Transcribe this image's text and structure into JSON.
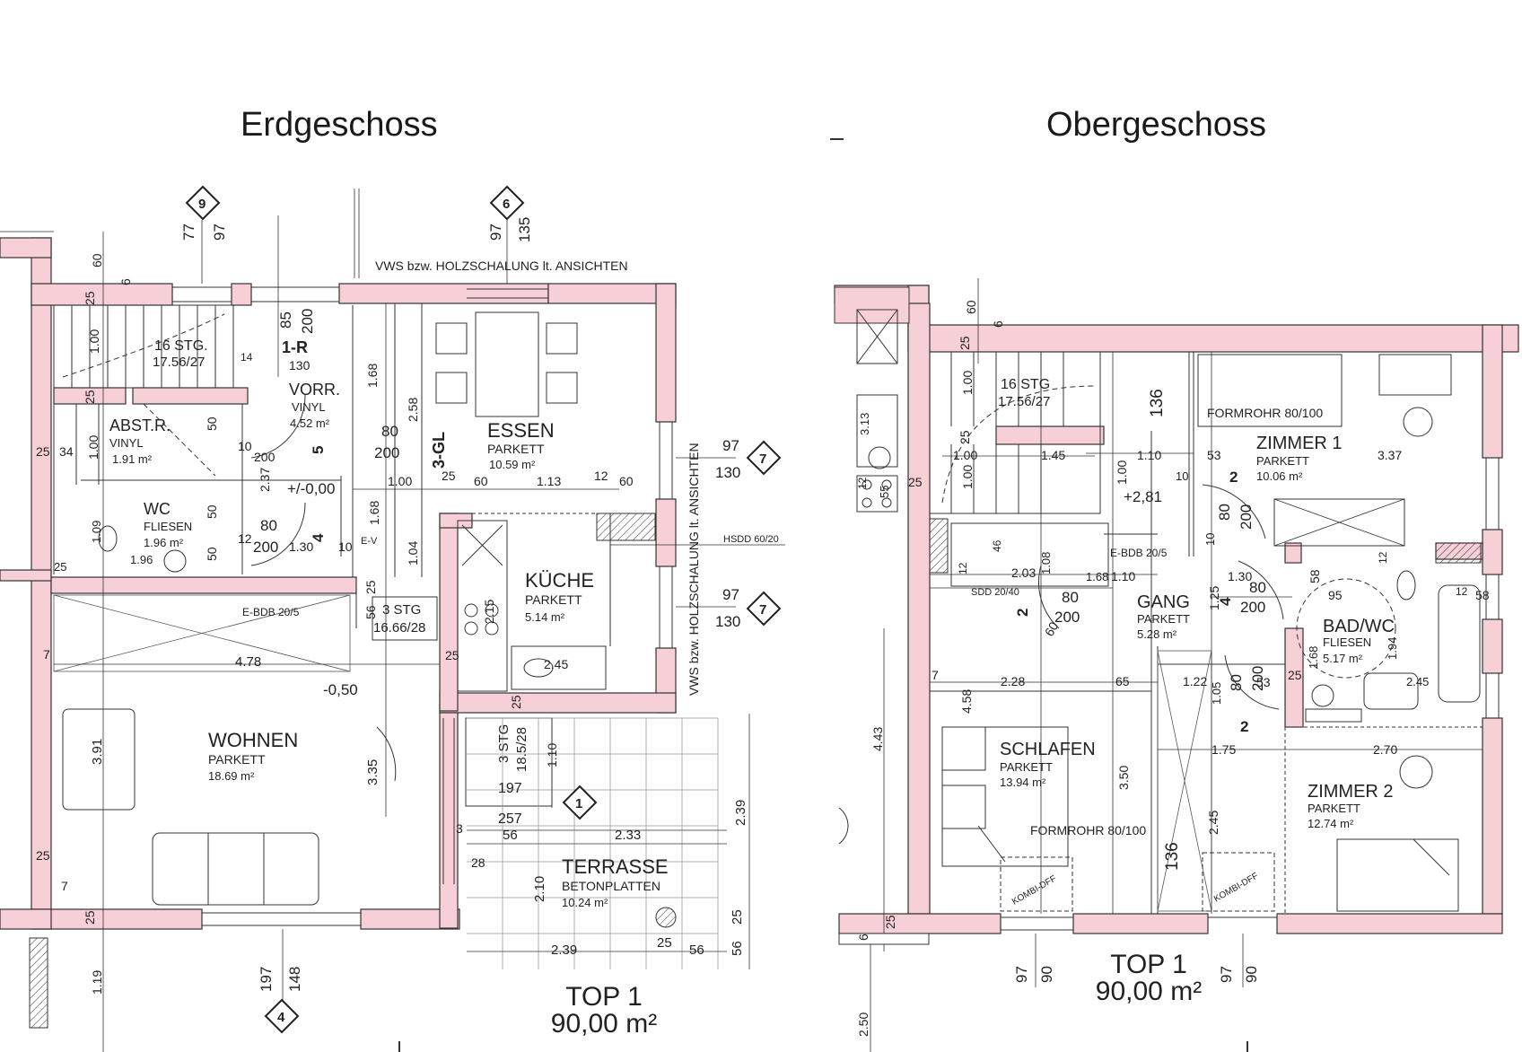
{
  "titles": {
    "ground": "Erdgeschoss",
    "upper": "Obergeschoss"
  },
  "top_label": {
    "name": "TOP 1",
    "area": "90,00 m²"
  },
  "annotations": {
    "facade_top": "VWS bzw. HOLZSCHALUNG lt. ANSICHTEN",
    "facade_side": "VWS bzw. HOLZSCHALUNG lt. ANSICHTEN",
    "hsdd": "HSDD 60/20",
    "edbb_eg": "E-BDB 20/5",
    "edbb_og": "E-BDB 20/5",
    "sdd": "SDD 20/40",
    "formrohr_a": "FORMROHR 80/100",
    "formrohr_b": "FORMROHR 80/100",
    "kombi_a": "KOMBI-DFF",
    "kombi_b": "KOMBI-DFF",
    "level_0": "+/-0,00",
    "level_minus": "-0,50",
    "level_up": "+2,81",
    "label_1r": "1-R",
    "label_3gl": "3-GL",
    "ev": "E-V"
  },
  "rooms_ground": [
    {
      "name": "ESSEN",
      "floor": "PARKETT",
      "area": "10.59 m²"
    },
    {
      "name": "KÜCHE",
      "floor": "PARKETT",
      "area": "5.14 m²"
    },
    {
      "name": "WOHNEN",
      "floor": "PARKETT",
      "area": "18.69 m²"
    },
    {
      "name": "VORR.",
      "floor": "VINYL",
      "area": "4.52 m²"
    },
    {
      "name": "ABST.R.",
      "floor": "VINYL",
      "area": "1.91 m²"
    },
    {
      "name": "WC",
      "floor": "FLIESEN",
      "area": "1.96 m²"
    },
    {
      "name": "TERRASSE",
      "floor": "BETONPLATTEN",
      "area": "10.24 m²"
    }
  ],
  "rooms_upper": [
    {
      "name": "ZIMMER 1",
      "floor": "PARKETT",
      "area": "10.06 m²"
    },
    {
      "name": "GANG",
      "floor": "PARKETT",
      "area": "5.28 m²"
    },
    {
      "name": "BAD/WC",
      "floor": "FLIESEN",
      "area": "5.17 m²"
    },
    {
      "name": "SCHLAFEN",
      "floor": "PARKETT",
      "area": "13.94 m²"
    },
    {
      "name": "ZIMMER 2",
      "floor": "PARKETT",
      "area": "12.74 m²"
    }
  ],
  "stairs": {
    "eg_main": "16 STG.",
    "eg_main_ratio": "17.56/27",
    "eg_small": "3 STG",
    "eg_small_ratio": "16.66/28",
    "eg_terr": "3 STG",
    "eg_terr_ratio": "18.5/28",
    "og_main": "16 STG",
    "og_main_ratio": "17.56/27"
  },
  "markers": [
    "9",
    "6",
    "7",
    "7",
    "1",
    "4"
  ],
  "dims": {
    "d97a": "97",
    "d130a": "130",
    "d97b": "97",
    "d130b": "130",
    "d77": "77",
    "d97c": "97",
    "d97d": "97",
    "d135": "135",
    "d60a": "60",
    "d6a": "6",
    "d25a": "25",
    "d100a": "1.00",
    "d25b": "25",
    "d85": "85",
    "d200a": "200",
    "d130c": "130",
    "d168a": "1.68",
    "d258": "2.58",
    "d80a": "80",
    "d200b": "200",
    "d100b": "1.00",
    "d25c": "25",
    "d60b": "60",
    "d113": "1.13",
    "d12a": "12",
    "d60c": "60",
    "d237": "2.37",
    "d80b": "80",
    "d200c": "200",
    "d130d": "1.30",
    "d12b": "12",
    "d10a": "10",
    "d10b": "10",
    "d200d": "200",
    "d50a": "50",
    "d50b": "50",
    "d50c": "50",
    "d14": "14",
    "d168b": "1.68",
    "d104": "1.04",
    "d25d": "25",
    "d56": "56",
    "d109": "1.09",
    "d196": "1.96",
    "d25e": "25",
    "d34": "34",
    "d25f": "25",
    "d100c": "1.00",
    "d478": "4.78",
    "d7a": "7",
    "d391": "3.91",
    "d335": "3.35",
    "d25g": "25",
    "d245a": "2.45",
    "d25h": "25",
    "d215": "2.15",
    "d110": "1.10",
    "d197a": "197",
    "d257": "257",
    "d56b": "56",
    "d233": "2.33",
    "d3": "3",
    "d28": "28",
    "d239a": "2.39",
    "d210": "2.10",
    "d239b": "2.39",
    "d25i": "25",
    "d56c": "56",
    "d25j": "25",
    "d56d": "56",
    "d25k": "25",
    "d7b": "7",
    "d25l": "25",
    "d119": "1.19",
    "d197b": "197",
    "d148": "148",
    "og_d60": "60",
    "og_d6": "6",
    "og_d25": "25",
    "og_d100a": "1.00",
    "og_d313": "3.13",
    "og_d25b": "25",
    "og_d100b": "1.00",
    "og_d145": "1.45",
    "og_d100c": "1.00",
    "og_d136a": "136",
    "og_d110": "1.10",
    "og_d53": "53",
    "og_d10": "10",
    "og_d337": "3.37",
    "og_d80a": "80",
    "og_d200a": "200",
    "og_d100d": "1.00",
    "og_d12": "12",
    "og_d10b": "10",
    "og_d46": "46",
    "og_d12b": "12",
    "og_d203": "2.03",
    "og_d108": "1.08",
    "og_d168": "1.68",
    "og_d110b": "1.10",
    "og_d130": "1.30",
    "og_d80b": "80",
    "og_d200b": "200",
    "og_d58a": "58",
    "og_d95": "95",
    "og_d125": "1.25",
    "og_d12c": "12",
    "og_d58b": "58",
    "og_d80c": "80",
    "og_d200c": "200",
    "og_d60b": "60",
    "og_d168b": "1.68",
    "og_d194": "1.94",
    "og_d245": "2.45",
    "og_d7": "7",
    "og_d228": "2.28",
    "og_d65": "65",
    "og_d122": "1.22",
    "og_d105": "1.05",
    "og_d80d": "80",
    "og_d200d": "200",
    "og_d53b": "53",
    "og_d25c": "25",
    "og_d458": "4.58",
    "og_d443": "4.43",
    "og_d350": "3.50",
    "og_d175": "1.75",
    "og_d270": "2.70",
    "og_d136b": "136",
    "og_d245b": "2.45",
    "og_d97a": "97",
    "og_d90a": "90",
    "og_d97b": "97",
    "og_d90b": "90",
    "og_d250": "2.50",
    "og_d6b": "6",
    "og_d25d": "25",
    "og_d55": "55",
    "og_d12d": "12",
    "og_d25e": "25"
  }
}
